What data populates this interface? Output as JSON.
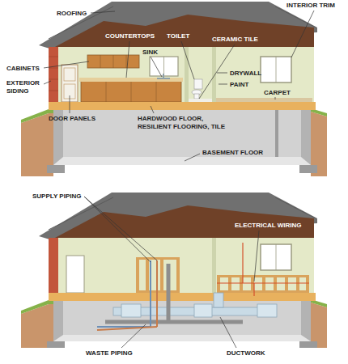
{
  "diagram": {
    "labels": [
      "ROOFING",
      "INTERIOR TRIM",
      "COUNTERTOPS",
      "TOILET",
      "CERAMIC TILE",
      "SINK",
      "CABINETS",
      "DRYWALL",
      "EXTERIOR SIDING",
      "PAINT",
      "CARPET",
      "DOOR PANELS",
      "HARDWOOD FLOOR, RESILIENT FLOORING, TILE",
      "BASEMENT FLOOR",
      "SUPPLY PIPING",
      "ELECTRICAL WIRING",
      "WASTE PIPING",
      "DUCTWORK"
    ]
  }
}
